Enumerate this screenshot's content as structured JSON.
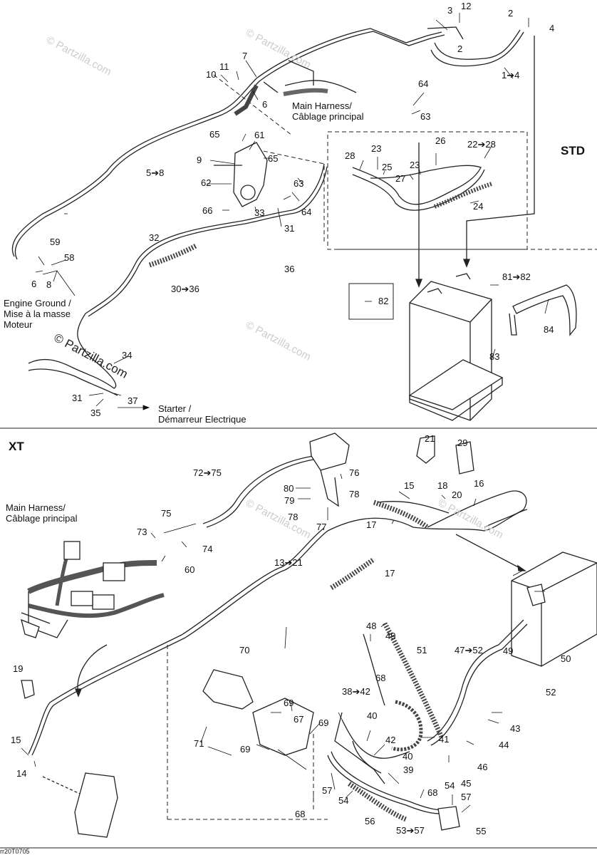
{
  "sections": {
    "std": "STD",
    "xt": "XT"
  },
  "notes": {
    "main_harness_std": "Main Harness/\nCâblage principal",
    "main_harness_xt": "Main Harness/\nCâblage principal",
    "engine_ground": "Engine Ground /\nMise à la masse\nMoteur",
    "starter": "Starter /\nDémarreur Electrique"
  },
  "watermark": "© Partzilla.com",
  "footer_code": "rr20T0705",
  "callouts": [
    "1➔4",
    "2",
    "2",
    "3",
    "4",
    "6",
    "6",
    "7",
    "8",
    "9",
    "10",
    "11",
    "12",
    "5➔8",
    "23",
    "23",
    "22➔28",
    "24",
    "25",
    "26",
    "27",
    "28",
    "30➔36",
    "31",
    "32",
    "33",
    "36",
    "58",
    "59",
    "61",
    "62",
    "63",
    "63",
    "64",
    "64",
    "65",
    "65",
    "66",
    "81➔82",
    "82",
    "83",
    "84",
    "31",
    "34",
    "35",
    "37",
    "13➔21",
    "14",
    "15",
    "15",
    "16",
    "17",
    "17",
    "18",
    "19",
    "20",
    "21",
    "29",
    "38➔42",
    "39",
    "40",
    "40",
    "41",
    "42",
    "43",
    "44",
    "45",
    "46",
    "47➔52",
    "48",
    "49",
    "49",
    "50",
    "51",
    "52",
    "53➔57",
    "54",
    "54",
    "55",
    "56",
    "57",
    "57",
    "60",
    "67",
    "68",
    "68",
    "68",
    "69",
    "69",
    "69",
    "70",
    "71",
    "72➔75",
    "73",
    "74",
    "75",
    "76",
    "77",
    "78",
    "78",
    "79",
    "80"
  ]
}
